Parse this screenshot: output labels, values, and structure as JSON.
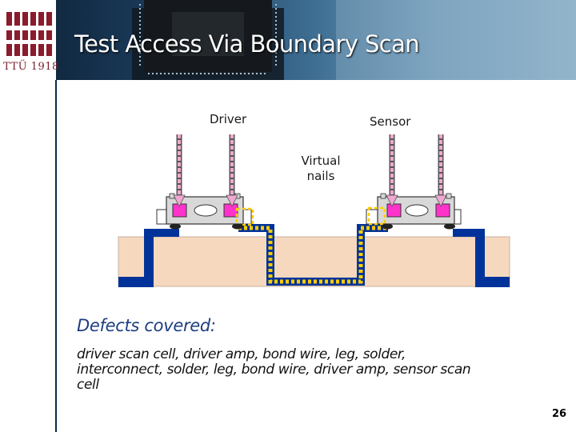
{
  "slide": {
    "title": "Test Access Via Boundary Scan",
    "logo_text": "TTÜ 1918",
    "page_number": "26"
  },
  "diagram": {
    "labels": {
      "driver": "Driver",
      "sensor": "Sensor",
      "virtual_nails_line1": "Virtual",
      "virtual_nails_line2": "nails"
    },
    "colors": {
      "board": "#f6d8bf",
      "trace": "#003399",
      "scan_path": "#ffcc00",
      "scan_cell": "#ff33cc",
      "probe_arrow": "#f0a8d0",
      "chip_body": "#d8d8d8"
    }
  },
  "defects": {
    "title": "Defects covered:",
    "description": "driver scan cell, driver amp, bond wire, leg, solder, interconnect, solder, leg, bond wire, driver amp, sensor scan cell"
  }
}
